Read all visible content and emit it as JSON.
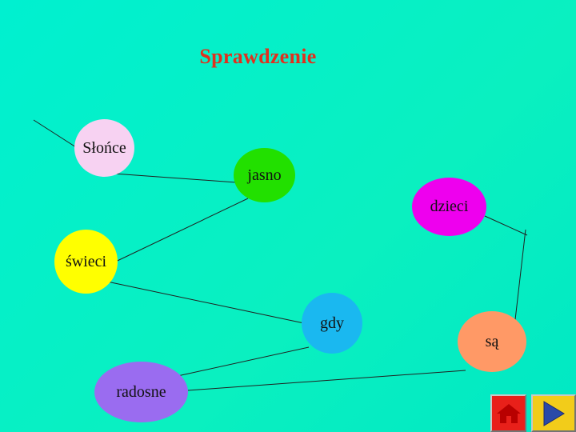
{
  "slide": {
    "title": "Sprawdzenie",
    "title_color": "#e0301e",
    "background_color": "#00f0d0"
  },
  "words": [
    {
      "id": "slonce",
      "text": "Słońce",
      "color": "#f7d2f2"
    },
    {
      "id": "jasno",
      "text": "jasno",
      "color": "#22e000"
    },
    {
      "id": "dzieci",
      "text": "dzieci",
      "color": "#ee00ee"
    },
    {
      "id": "swieci",
      "text": "świeci",
      "color": "#ffff00"
    },
    {
      "id": "gdy",
      "text": "gdy",
      "color": "#1ab8f0"
    },
    {
      "id": "sa",
      "text": "są",
      "color": "#ff9966"
    },
    {
      "id": "radosne",
      "text": "radosne",
      "color": "#9a6cf0"
    }
  ],
  "navigation": {
    "home_icon": "house-icon",
    "next_icon": "triangle-right-icon",
    "home_color": "#e8201a",
    "next_color": "#f2cc1a"
  }
}
